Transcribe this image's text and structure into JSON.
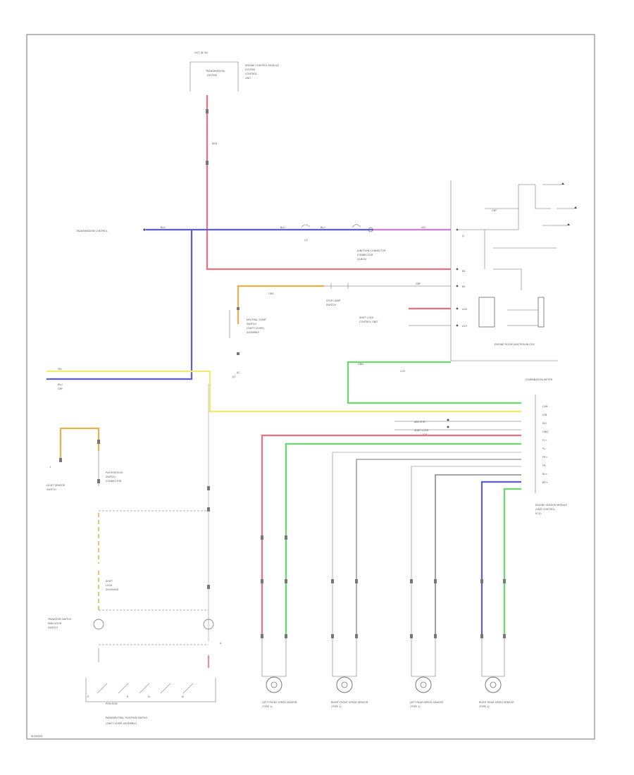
{
  "diagram": {
    "page_code": "W/I/XXXX",
    "colors": {
      "red": "#ef6f7f",
      "blue": "#5a5af0",
      "violet": "#c86ee8",
      "yellow": "#f2ea6a",
      "orange": "#e9b04c",
      "green": "#66dd66",
      "gray": "#888888",
      "light_gray": "#cfcfcf"
    },
    "labels": {
      "top_connector": "HOT IN ON",
      "top_component": "ENGINE CONTROL MODULE",
      "left_signal": "TRANSMISSION CONTROL",
      "junction_mid": "JUNCTION CONNECTOR",
      "junction_lower": "J/C",
      "fuse_block": "ENGINE ROOM JUNCTION BLOCK",
      "stop_lamp": "STOP LAMP",
      "neutral_start": "NEUTRAL START",
      "shift_lock": "SHIFT LOCK",
      "combination_meter": "COMBINATION METER",
      "sensor_module": "ENGINE SENSOR MODULE",
      "park_neutral": "PARK/NEUTRAL POSITION SWITCH",
      "transfer_switch": "TRANSFER SWITCH",
      "sensor_fl": "LEFT FRONT SPEED SENSOR",
      "sensor_fr": "RIGHT FRONT SPEED SENSOR",
      "sensor_rl": "LEFT REAR SPEED SENSOR",
      "sensor_rr": "RIGHT REAR SPEED SENSOR"
    }
  }
}
